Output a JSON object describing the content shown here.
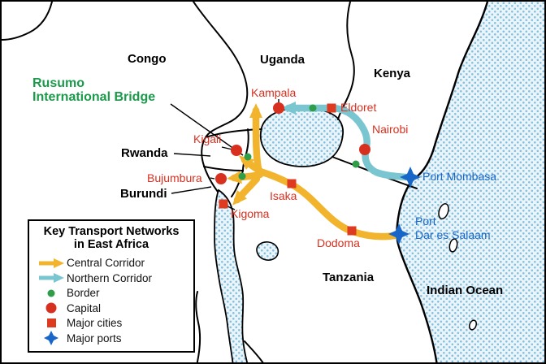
{
  "map": {
    "annotation": {
      "line1": "Rusumo",
      "line2": "International Bridge"
    },
    "countries": {
      "congo": "Congo",
      "uganda": "Uganda",
      "kenya": "Kenya",
      "rwanda": "Rwanda",
      "burundi": "Burundi",
      "tanzania": "Tanzania"
    },
    "ocean_label": "Indian Ocean",
    "capitals": {
      "kampala": "Kampala",
      "nairobi": "Nairobi",
      "kigali": "Kigali",
      "bujumbura": "Bujumbura"
    },
    "cities": {
      "eldoret": "Eldoret",
      "isaka": "Isaka",
      "kigoma": "Kigoma",
      "dodoma": "Dodoma"
    },
    "ports": {
      "mombasa": "Port Mombasa",
      "dar_line1": "Port",
      "dar_line2": "Dar es Salaam"
    }
  },
  "legend": {
    "title_line1": "Key Transport Networks",
    "title_line2": "in East Africa",
    "items": {
      "central": "Central Corridor",
      "northern": "Northern Corridor",
      "border": "Border",
      "capital": "Capital",
      "major_cities": "Major cities",
      "major_ports": "Major ports"
    }
  },
  "colors": {
    "central_corridor": "#F2B42D",
    "northern_corridor": "#7AC6D0",
    "border": "#2E9E4B",
    "capital": "#D8301F",
    "major_city": "#DE3A20",
    "major_port": "#1766C8",
    "annotation": "#1A9A4A",
    "city_label": "#D8301F",
    "port_label": "#1766C8",
    "water": "#EAF5FB",
    "water_dot": "#85BFDC"
  }
}
